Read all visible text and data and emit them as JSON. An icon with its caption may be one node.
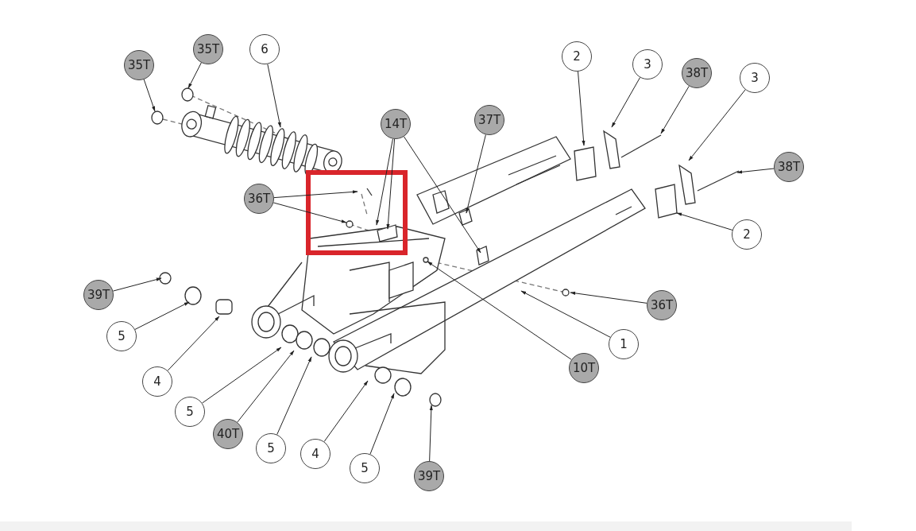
{
  "diagram": {
    "nodes": [
      {
        "text": [
          "35T"
        ]
      },
      {
        "text": [
          "35T"
        ]
      },
      {
        "text": [
          "6"
        ]
      },
      {
        "text": [
          "2"
        ]
      },
      {
        "text": [
          "3"
        ]
      },
      {
        "text": [
          "38T"
        ]
      },
      {
        "text": [
          "3"
        ]
      },
      {
        "text": [
          "14T"
        ]
      },
      {
        "text": [
          "37T"
        ]
      },
      {
        "text": [
          "38T"
        ]
      },
      {
        "text": [
          "36T"
        ]
      },
      {
        "text": [
          "2"
        ]
      },
      {
        "text": [
          "39T"
        ]
      },
      {
        "text": [
          "36T"
        ]
      },
      {
        "text": [
          "5"
        ]
      },
      {
        "text": [
          "1"
        ]
      },
      {
        "text": [
          "10T"
        ]
      },
      {
        "text": [
          "4"
        ]
      },
      {
        "text": [
          "5"
        ]
      },
      {
        "text": [
          "40T"
        ]
      },
      {
        "text": [
          "5"
        ]
      },
      {
        "text": [
          "4"
        ]
      },
      {
        "text": [
          "5"
        ]
      },
      {
        "text": [
          "39T"
        ]
      }
    ],
    "edges": [
      {
        "from": 0,
        "to": null,
        "arrow": "to"
      },
      {
        "from": 1,
        "to": null,
        "arrow": "to"
      },
      {
        "from": 2,
        "to": null,
        "arrow": "to"
      },
      {
        "from": 3,
        "to": null,
        "arrow": "to"
      },
      {
        "from": 4,
        "to": null,
        "arrow": "to"
      },
      {
        "from": 5,
        "to": null,
        "arrow": "to"
      },
      {
        "from": 6,
        "to": null,
        "arrow": "to"
      },
      {
        "from": 7,
        "to": null,
        "arrow": "to"
      },
      {
        "from": 7,
        "to": null,
        "arrow": "to"
      },
      {
        "from": 7,
        "to": null,
        "arrow": "to"
      },
      {
        "from": 8,
        "to": null,
        "arrow": "to"
      },
      {
        "from": 9,
        "to": null,
        "arrow": "to"
      },
      {
        "from": 10,
        "to": null,
        "arrow": "to"
      },
      {
        "from": 10,
        "to": null,
        "arrow": "to"
      },
      {
        "from": 11,
        "to": null,
        "arrow": "to"
      },
      {
        "from": 12,
        "to": null,
        "arrow": "to"
      },
      {
        "from": 13,
        "to": null,
        "arrow": "to"
      },
      {
        "from": 14,
        "to": null,
        "arrow": "to"
      },
      {
        "from": 15,
        "to": null,
        "arrow": "to"
      },
      {
        "from": 16,
        "to": null,
        "arrow": "to"
      },
      {
        "from": 17,
        "to": null,
        "arrow": "to"
      },
      {
        "from": 18,
        "to": null,
        "arrow": "to"
      },
      {
        "from": 19,
        "to": null,
        "arrow": "to"
      },
      {
        "from": 20,
        "to": null,
        "arrow": "to"
      },
      {
        "from": 21,
        "to": null,
        "arrow": "to"
      },
      {
        "from": 22,
        "to": null,
        "arrow": "to"
      },
      {
        "from": 23,
        "to": null,
        "arrow": "to"
      }
    ]
  }
}
